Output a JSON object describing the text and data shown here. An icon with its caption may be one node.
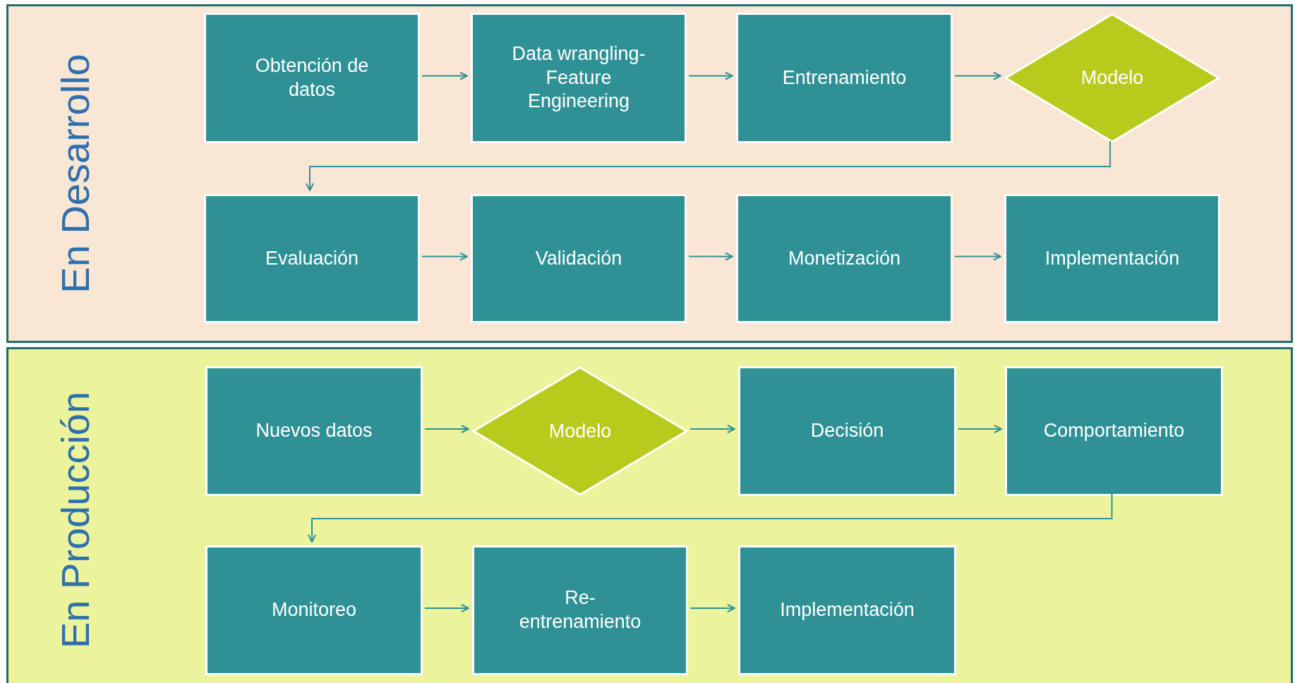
{
  "diagram": {
    "nodes": [
      {
        "text": [
          "En Desarrollo"
        ]
      },
      {
        "text": [
          "Obtención de datos"
        ],
        "in": 0
      },
      {
        "text": [
          "Data wrangling- Feature Engineering"
        ],
        "in": 0
      },
      {
        "text": [
          "Entrenamiento"
        ],
        "in": 0
      },
      {
        "text": [
          "Modelo"
        ],
        "in": 0
      },
      {
        "text": [
          "Evaluación"
        ],
        "in": 0
      },
      {
        "text": [
          "Validación"
        ],
        "in": 0
      },
      {
        "text": [
          "Monetización"
        ],
        "in": 0
      },
      {
        "text": [
          "Implementación"
        ],
        "in": 0
      },
      {
        "text": [
          "En Producción"
        ]
      },
      {
        "text": [
          "Nuevos datos"
        ],
        "in": 9
      },
      {
        "text": [
          "Modelo"
        ],
        "in": 9
      },
      {
        "text": [
          "Decisión"
        ],
        "in": 9
      },
      {
        "text": [
          "Comportamiento"
        ],
        "in": 9
      },
      {
        "text": [
          "Monitoreo"
        ],
        "in": 9
      },
      {
        "text": [
          "Re-entrenamiento"
        ],
        "in": 9
      },
      {
        "text": [
          "Implementación"
        ],
        "in": 9
      }
    ],
    "edges": [
      {
        "from": 1,
        "to": 2,
        "arrow": "to"
      },
      {
        "from": 2,
        "to": 3,
        "arrow": "to"
      },
      {
        "from": 3,
        "to": 4,
        "arrow": "to"
      },
      {
        "from": 4,
        "to": 5,
        "arrow": "to"
      },
      {
        "from": 5,
        "to": 6,
        "arrow": "to"
      },
      {
        "from": 6,
        "to": 7,
        "arrow": "to"
      },
      {
        "from": 7,
        "to": 8,
        "arrow": "to"
      },
      {
        "from": 10,
        "to": 11,
        "arrow": "to"
      },
      {
        "from": 11,
        "to": 12,
        "arrow": "to"
      },
      {
        "from": 12,
        "to": 13,
        "arrow": "to"
      },
      {
        "from": 13,
        "to": 14,
        "arrow": "to"
      },
      {
        "from": 14,
        "to": 15,
        "arrow": "to"
      },
      {
        "from": 15,
        "to": 16,
        "arrow": "to"
      }
    ]
  }
}
